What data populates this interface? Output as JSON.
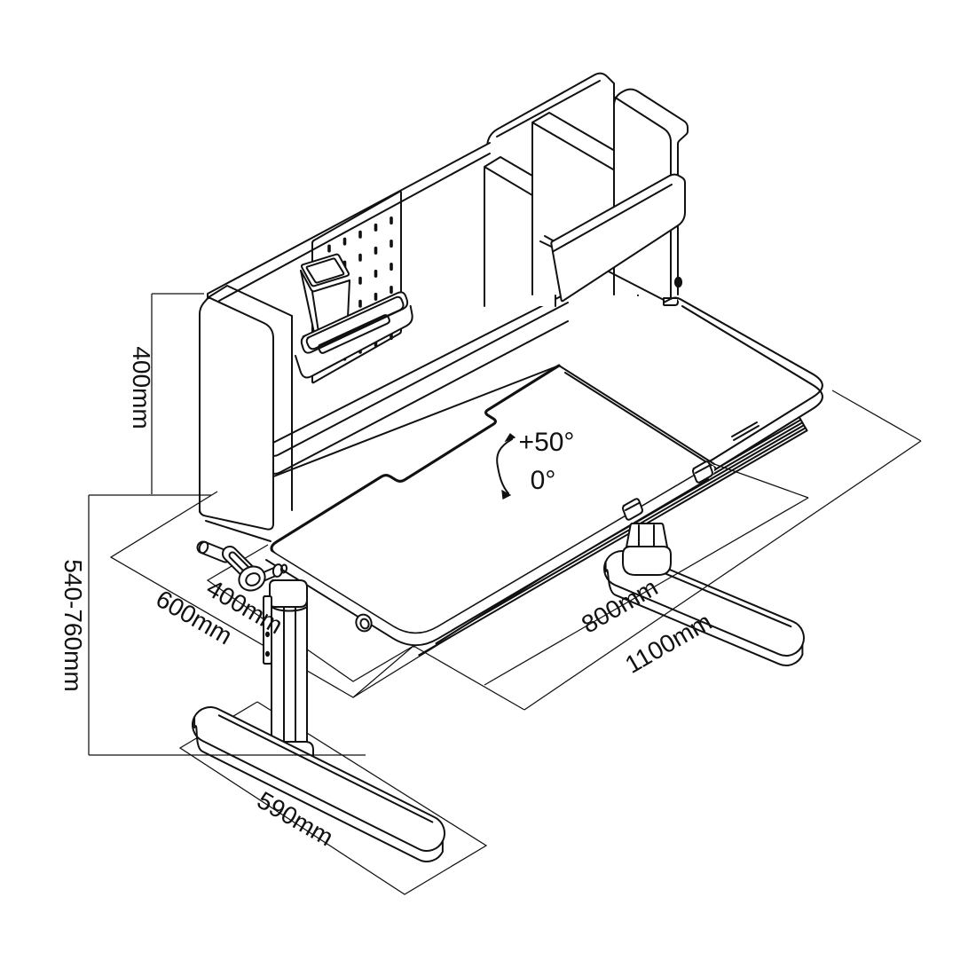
{
  "diagram": {
    "type": "isometric technical line drawing",
    "subject": "height-adjustable children's study desk with hutch, pegboard and tilting desktop",
    "background": "#ffffff",
    "line_color": "#111111"
  },
  "labels": {
    "panel_height": "400mm",
    "height_range": "540-760mm",
    "desk_depth": "600mm",
    "tilt_depth": "400mm",
    "tilt_width": "800mm",
    "desk_width": "1100mm",
    "foot_length": "590mm",
    "tilt_max_angle": "+50°",
    "tilt_min_angle": "0°"
  }
}
